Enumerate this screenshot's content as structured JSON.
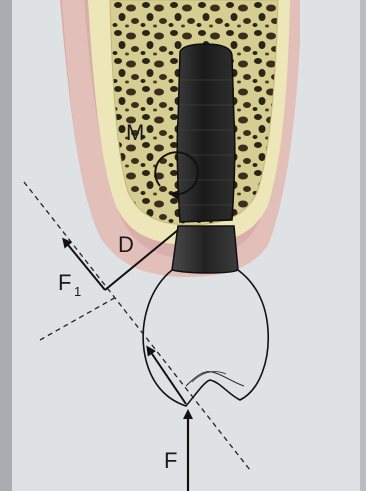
{
  "labels": {
    "moment": "M",
    "distance": "D",
    "force_base": "F",
    "force_subscript": "1",
    "force_applied": "F"
  },
  "colors": {
    "paper": "#dfe2e4",
    "gingiva": "#dcaaa6",
    "bone_fill": "#d7cf95",
    "bone_pores": "#2c2417",
    "implant": "#1d1d1d",
    "abutment": "#2a2a2a",
    "lines": "#111111"
  }
}
